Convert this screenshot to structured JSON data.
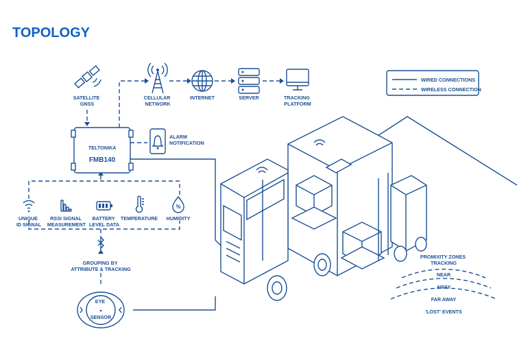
{
  "title": "TOPOLOGY",
  "legend": {
    "wired": "WIRED CONNECTIONS",
    "wireless": "WIRELESS CONNECTION"
  },
  "nodes": {
    "satellite": [
      "SATELLITE",
      "GNSS"
    ],
    "cellular": [
      "CELLULAR",
      "NETWORK"
    ],
    "internet": [
      "INTERNET"
    ],
    "server": [
      "SERVER"
    ],
    "tracking_platform": [
      "TRACKING",
      "PLATFORM"
    ],
    "alarm": [
      "ALARM",
      "NOTIFICATION"
    ],
    "device_brand": "TELTONIKA",
    "device_model": "FMB140"
  },
  "features": {
    "unique_id": [
      "UNIQUE",
      "ID SIGNAL"
    ],
    "rssi": [
      "RSSI SIGNAL",
      "MEASUREMENT"
    ],
    "battery": [
      "BATTERY",
      "LEVEL DATA"
    ],
    "temperature": [
      "TEMPERATURE"
    ],
    "humidity": [
      "HUMIDITY"
    ]
  },
  "grouping": [
    "GROUPING BY",
    "ATTRIBUTE & TRACKING"
  ],
  "sensor": [
    "EYE",
    "SENSOR"
  ],
  "proximity": {
    "title": [
      "PROMIXITY ZONES",
      "TRACKING"
    ],
    "zones": [
      "NEAR",
      "AWAY",
      "FAR AWAY",
      "'LOST' EVENTS"
    ]
  },
  "colors": {
    "accent": "#1a4f96",
    "title": "#1060c0"
  }
}
